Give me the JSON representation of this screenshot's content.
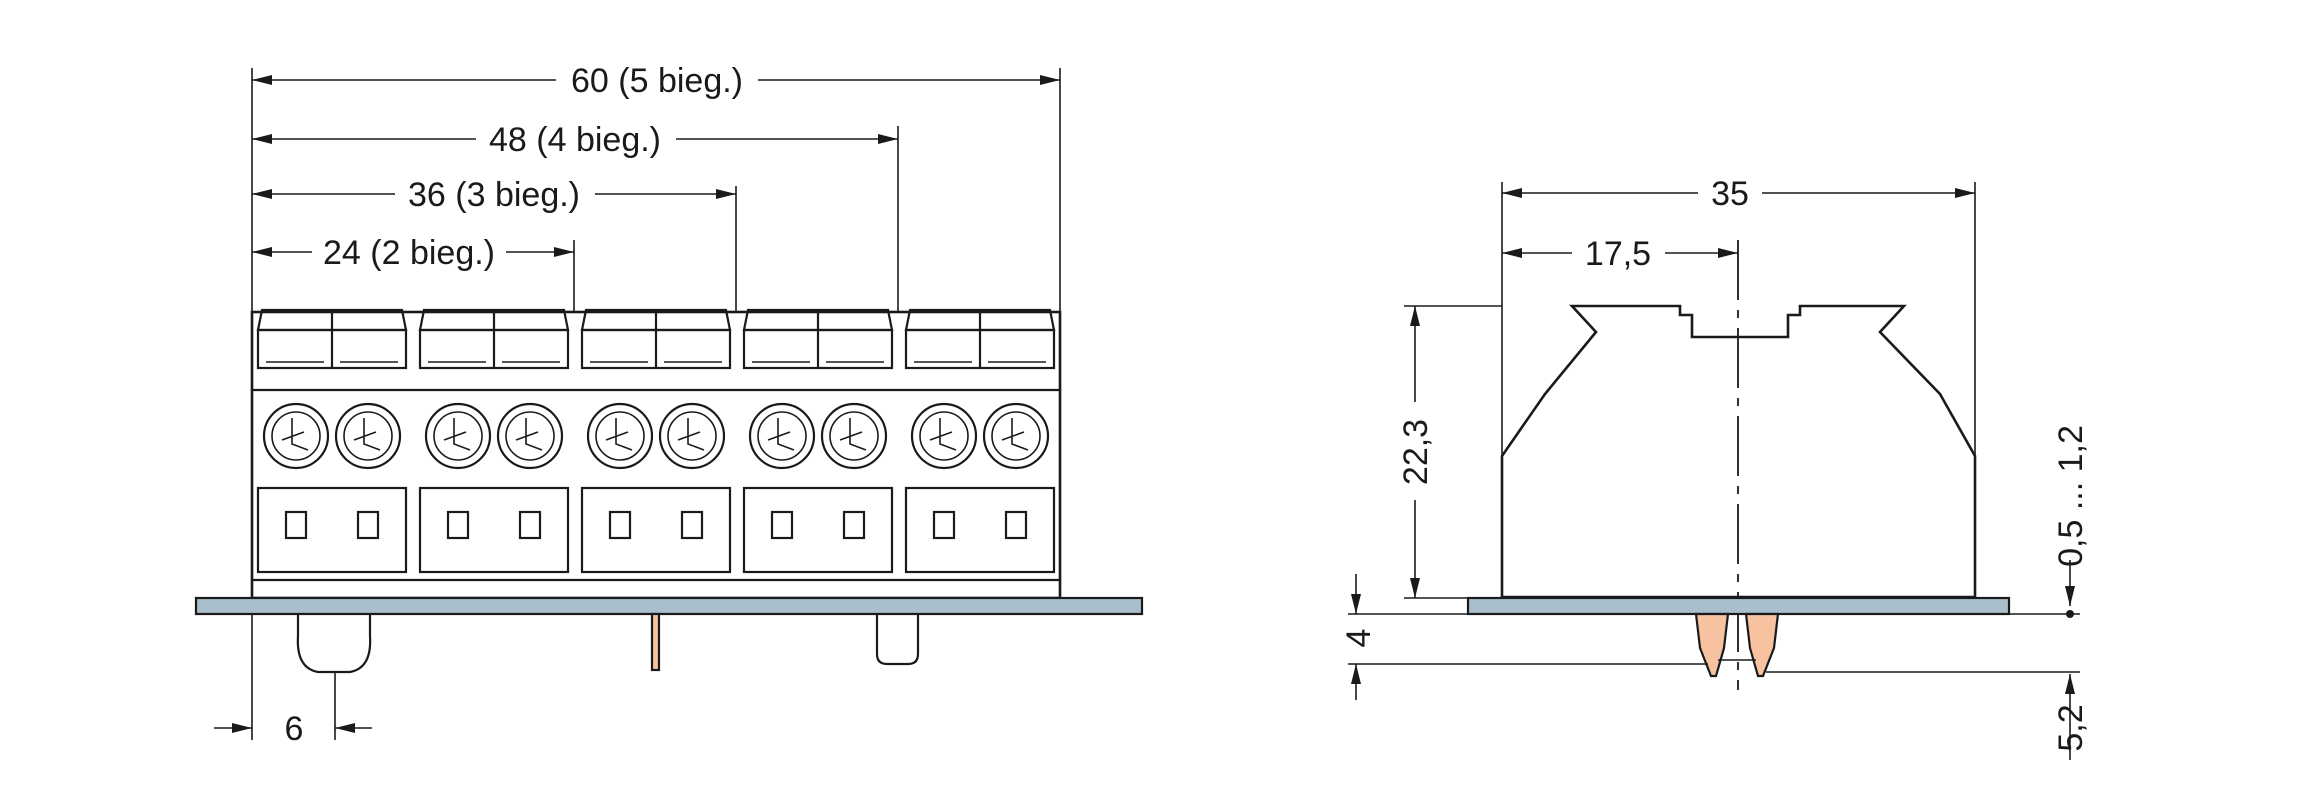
{
  "front_view": {
    "dimensions": [
      {
        "id": "dim-60",
        "label": "60 (5 bieg.)"
      },
      {
        "id": "dim-48",
        "label": "48 (4 bieg.)"
      },
      {
        "id": "dim-36",
        "label": "36 (3 bieg.)"
      },
      {
        "id": "dim-24",
        "label": "24 (2 bieg.)"
      }
    ],
    "pitch_label": "6",
    "module_count": 5
  },
  "side_view": {
    "width_label": "35",
    "half_width_label": "17,5",
    "height_label": "22,3",
    "rail_thickness_label": "4",
    "pin_length_label": "5,2",
    "pcb_thickness_label": "0,5 ... 1,2"
  },
  "colors": {
    "line": "#1a1a1a",
    "rail": "#a9bfcc",
    "pin": "#f6c2a0"
  }
}
